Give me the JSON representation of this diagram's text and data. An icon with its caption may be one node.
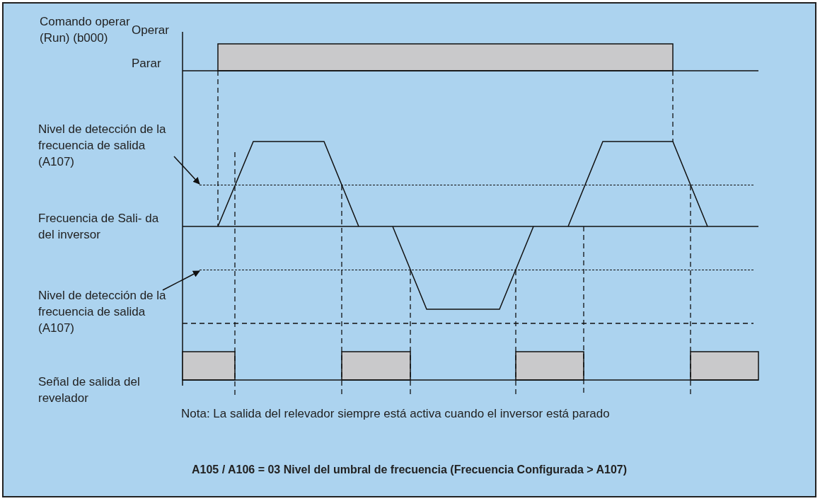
{
  "diagram": {
    "caption": "A105 / A106 = 03 Nivel del umbral de frecuencia (Frecuencia Configurada > A107)",
    "nodes": [
      {
        "text": [
          "Nivel de detección de la frecuencia de salida (A107)"
        ]
      },
      {
        "text": [],
        "shape": "line"
      },
      {
        "text": [
          "Nivel de detección de la frecuencia de salida (A107)"
        ]
      },
      {
        "text": [],
        "shape": "line"
      }
    ],
    "edges": [
      {
        "from": 0,
        "to": 1,
        "arrow": "to"
      },
      {
        "from": 2,
        "to": 3,
        "arrow": "to"
      }
    ],
    "labels": [
      "Comando operar (Run) (b000)",
      "Operar",
      "Parar",
      "Frecuencia de Sali- da del inversor",
      "Señal de salida del revelador",
      "Nota: La salida del relevador siempre está activa cuando el inversor está parado"
    ]
  }
}
